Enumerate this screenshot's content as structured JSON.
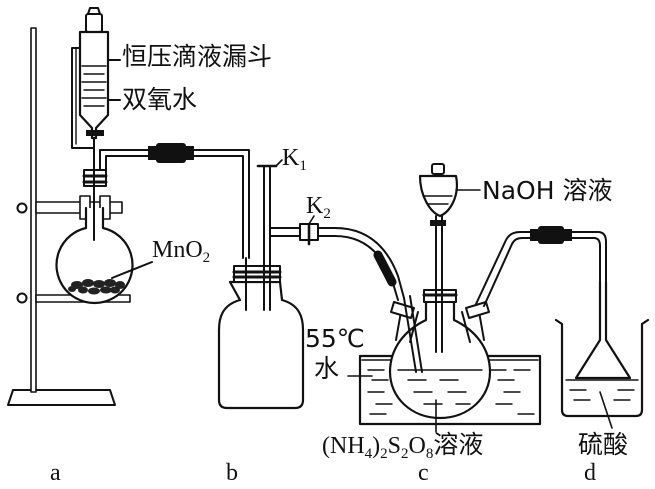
{
  "labels": {
    "funnel": "恒压滴液漏斗",
    "peroxide": "双氧水",
    "mno2": {
      "main": "MnO",
      "sub": "2"
    },
    "k1": {
      "main": "K",
      "sub": "1"
    },
    "k2": {
      "main": "K",
      "sub": "2"
    },
    "naoh": "NaOH 溶液",
    "temp": "55℃",
    "water": "水",
    "persulfate": {
      "p1": "(NH",
      "s1": "4",
      "p2": ")",
      "s2": "2",
      "p3": "S",
      "s3": "2",
      "p4": "O",
      "s4": "8",
      "p5": "溶液"
    },
    "acid": "硫酸"
  },
  "apparatus": [
    "a",
    "b",
    "c",
    "d"
  ]
}
